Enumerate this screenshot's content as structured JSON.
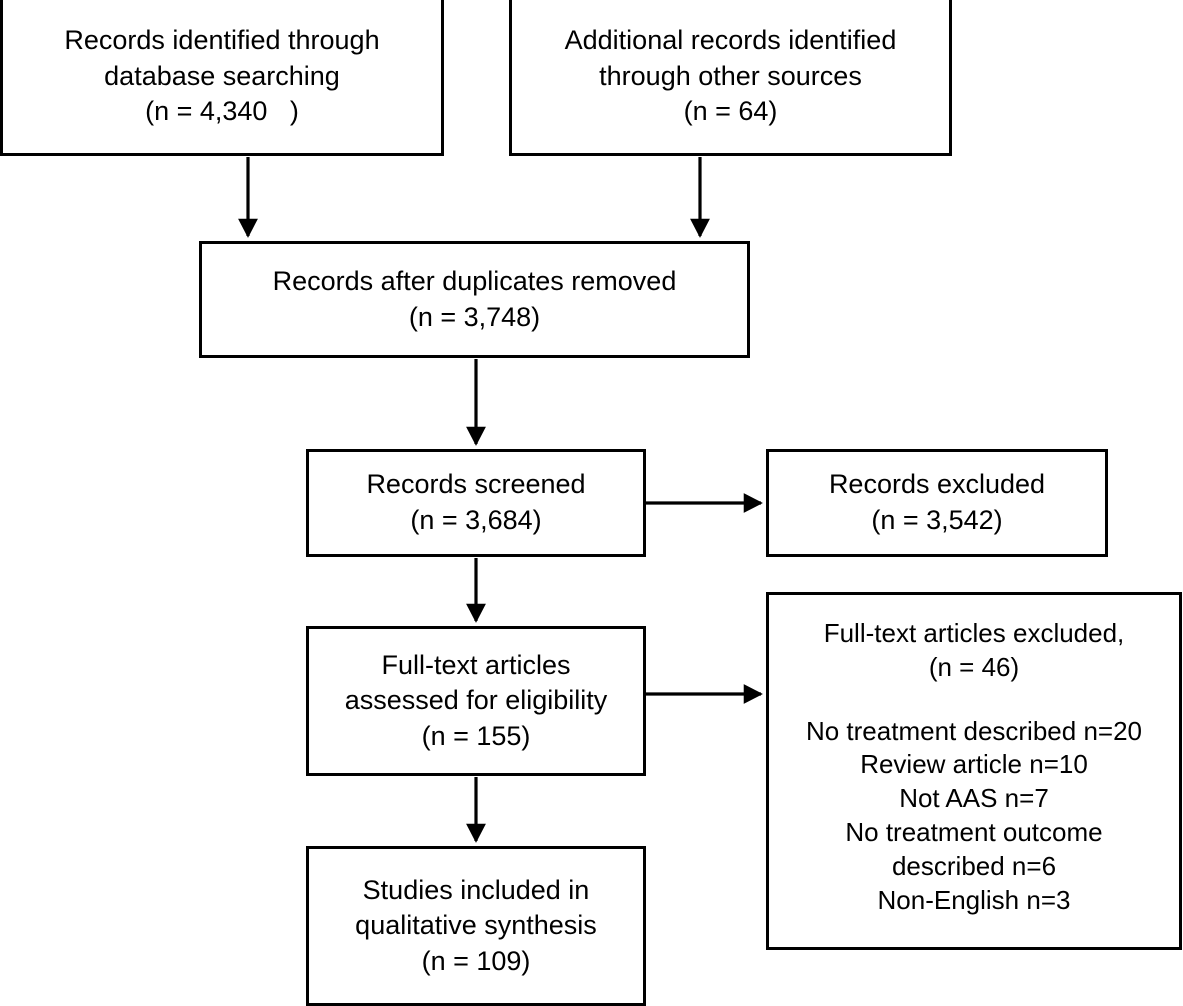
{
  "diagram": {
    "type": "prisma-flow-diagram",
    "colors": {
      "stroke": "#000000",
      "background": "#ffffff",
      "text": "#000000"
    },
    "nodes": {
      "db_search": {
        "name": "records-identified-database",
        "line1": "Records identified through",
        "line2": "database searching",
        "line3": "(n = 4,340   )",
        "count": 4340
      },
      "other_sources": {
        "name": "additional-records-other-sources",
        "line1": "Additional records identified",
        "line2": "through other sources",
        "line3": "(n = 64)",
        "count": 64
      },
      "after_duplicates": {
        "name": "records-after-duplicates-removed",
        "line1": "Records after duplicates removed",
        "line2": "(n = 3,748)",
        "count": 3748
      },
      "screened": {
        "name": "records-screened",
        "line1": "Records screened",
        "line2": "(n = 3,684)",
        "count": 3684
      },
      "records_excluded": {
        "name": "records-excluded",
        "line1": "Records excluded",
        "line2": "(n = 3,542)",
        "count": 3542
      },
      "fulltext_assessed": {
        "name": "fulltext-articles-assessed",
        "line1": "Full-text articles",
        "line2": "assessed for eligibility",
        "line3": "(n = 155)",
        "count": 155
      },
      "fulltext_excluded": {
        "name": "fulltext-articles-excluded",
        "line1": "Full-text articles excluded,",
        "line2": "(n = 46)",
        "count": 46,
        "reasons": [
          "No treatment described n=20",
          "Review article n=10",
          "Not AAS n=7",
          "No treatment outcome",
          "described n=6",
          "Non-English n=3"
        ]
      },
      "included": {
        "name": "studies-included-qualitative-synthesis",
        "line1": "Studies included in",
        "line2": "qualitative synthesis",
        "line3": "(n = 109)",
        "count": 109
      }
    },
    "connectors": [
      {
        "name": "arrow-db-search-to-after-duplicates",
        "direction": "down"
      },
      {
        "name": "arrow-other-sources-to-after-duplicates",
        "direction": "down"
      },
      {
        "name": "arrow-after-duplicates-to-screened",
        "direction": "down"
      },
      {
        "name": "arrow-screened-to-records-excluded",
        "direction": "right"
      },
      {
        "name": "arrow-screened-to-fulltext",
        "direction": "down"
      },
      {
        "name": "arrow-fulltext-to-fulltext-excluded",
        "direction": "right"
      },
      {
        "name": "arrow-fulltext-to-included",
        "direction": "down"
      }
    ]
  }
}
